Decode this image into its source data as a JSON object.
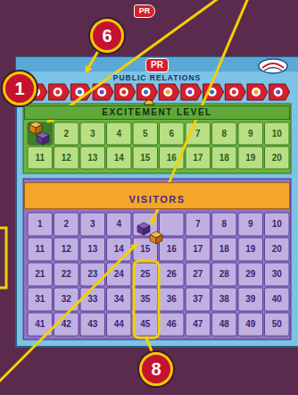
{
  "diagram": {
    "nodes": [
      {
        "text": [
          "PR"
        ]
      },
      {
        "text": [
          "6"
        ]
      },
      {
        "text": [
          "1"
        ]
      },
      {
        "text": [
          "PR",
          "PUBLIC RELATIONS"
        ]
      },
      {
        "text": [
          "EXCITEMENT LEVEL"
        ]
      },
      {
        "text": [
          "VISITORS"
        ]
      },
      {
        "text": [
          "8"
        ]
      }
    ],
    "edges": [
      {
        "from": 1,
        "to": 3,
        "arrow": "to"
      }
    ],
    "labels": [
      "2",
      "3",
      "4",
      "5",
      "6",
      "7",
      "8",
      "9",
      "10",
      "11",
      "12",
      "13",
      "14",
      "15",
      "16",
      "17",
      "18",
      "19",
      "20",
      "1",
      "2",
      "3",
      "4",
      "7",
      "8",
      "9",
      "10",
      "11",
      "12",
      "13",
      "14",
      "15",
      "16",
      "17",
      "18",
      "19",
      "20",
      "21",
      "22",
      "23",
      "24",
      "25",
      "26",
      "27",
      "28",
      "29",
      "30",
      "31",
      "32",
      "33",
      "34",
      "35",
      "36",
      "37",
      "38",
      "39",
      "40",
      "41",
      "42",
      "43",
      "44",
      "45",
      "46",
      "47",
      "48",
      "49",
      "50"
    ]
  }
}
